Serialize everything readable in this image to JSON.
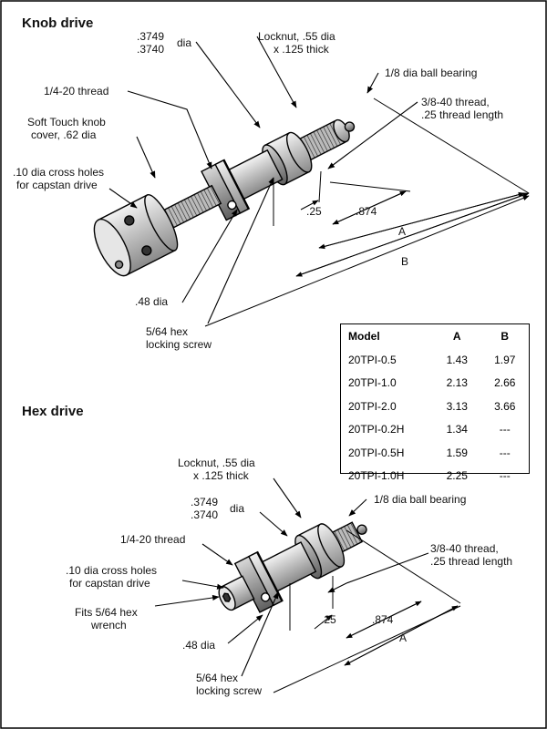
{
  "knob": {
    "title": "Knob drive",
    "dia_upper": ".3749",
    "dia_lower": ".3740",
    "dia_word": "dia",
    "locknut_1": "Locknut, .55 dia",
    "locknut_2": "x .125 thick",
    "ball_bearing": "1/8 dia ball bearing",
    "thread_1420": "1/4-20 thread",
    "fine_thread_1": "3/8-40 thread,",
    "fine_thread_2": ".25 thread length",
    "knob_cover_1": "Soft Touch knob",
    "knob_cover_2": "cover, .62 dia",
    "cross_holes_1": ".10 dia cross holes",
    "cross_holes_2": "for capstan drive",
    "dim_25": ".25",
    "dim_874": ".874",
    "dim_A": "A",
    "dim_B": "B",
    "dia_48": ".48 dia",
    "hex_screw_1": "5/64 hex",
    "hex_screw_2": "locking screw"
  },
  "hex": {
    "title": "Hex drive",
    "locknut_1": "Locknut, .55 dia",
    "locknut_2": "x .125 thick",
    "dia_upper": ".3749",
    "dia_lower": ".3740",
    "dia_word": "dia",
    "ball_bearing": "1/8 dia ball bearing",
    "thread_1420": "1/4-20 thread",
    "fine_thread_1": "3/8-40 thread,",
    "fine_thread_2": ".25 thread length",
    "cross_holes_1": ".10 dia cross holes",
    "cross_holes_2": "for capstan drive",
    "wrench_1": "Fits 5/64 hex",
    "wrench_2": "wrench",
    "dim_25": ".25",
    "dim_874": ".874",
    "dim_A": "A",
    "dia_48": ".48 dia",
    "hex_screw_1": "5/64 hex",
    "hex_screw_2": "locking screw"
  },
  "table": {
    "headers": [
      "Model",
      "A",
      "B"
    ],
    "rows": [
      [
        "20TPI-0.5",
        "1.43",
        "1.97"
      ],
      [
        "20TPI-1.0",
        "2.13",
        "2.66"
      ],
      [
        "20TPI-2.0",
        "3.13",
        "3.66"
      ],
      [
        "20TPI-0.2H",
        "1.34",
        "---"
      ],
      [
        "20TPI-0.5H",
        "1.59",
        "---"
      ],
      [
        "20TPI-1.0H",
        "2.25",
        "---"
      ]
    ]
  }
}
